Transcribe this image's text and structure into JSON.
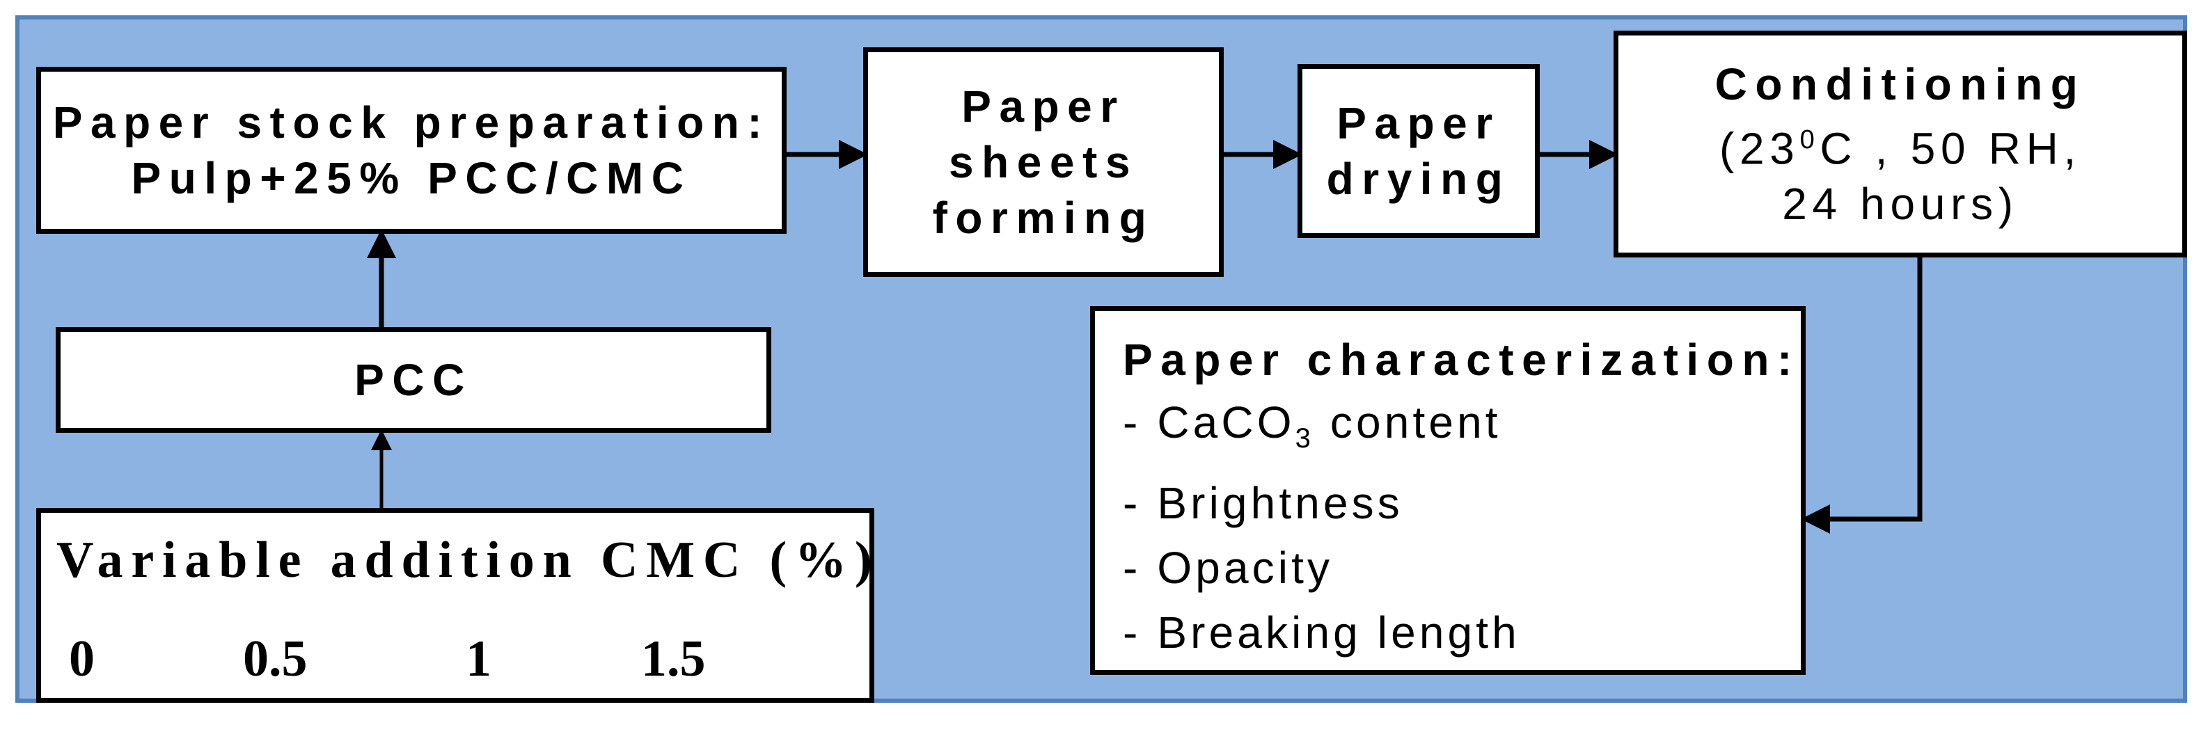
{
  "boxes": {
    "stock_prep": {
      "line1": "Paper stock preparation:",
      "line2": "Pulp+25% PCC/CMC"
    },
    "sheets_forming": {
      "line1": "Paper",
      "line2": "sheets",
      "line3": "forming"
    },
    "drying": {
      "line1": "Paper",
      "line2": "drying"
    },
    "conditioning": {
      "title": "Conditioning",
      "line2_pre": "(23",
      "line2_sup": "0",
      "line2_post": "C , 50 RH,",
      "line3": "24 hours)"
    },
    "pcc": {
      "label": "PCC"
    },
    "cmc": {
      "title": "Variable addition CMC (%)",
      "values": [
        "0",
        "0.5",
        "1",
        "1.5"
      ]
    },
    "characterization": {
      "title": "Paper characterization:",
      "items": [
        {
          "pre": "- CaCO",
          "sub": "3",
          "post": " content"
        },
        {
          "pre": "- Brightness",
          "sub": "",
          "post": ""
        },
        {
          "pre": "- Opacity",
          "sub": "",
          "post": ""
        },
        {
          "pre": "- Breaking length",
          "sub": "",
          "post": ""
        }
      ]
    }
  },
  "colors": {
    "panel_fill": "#8db3e2",
    "panel_border": "#4f81bd",
    "box_fill": "#ffffff",
    "stroke": "#000000"
  }
}
